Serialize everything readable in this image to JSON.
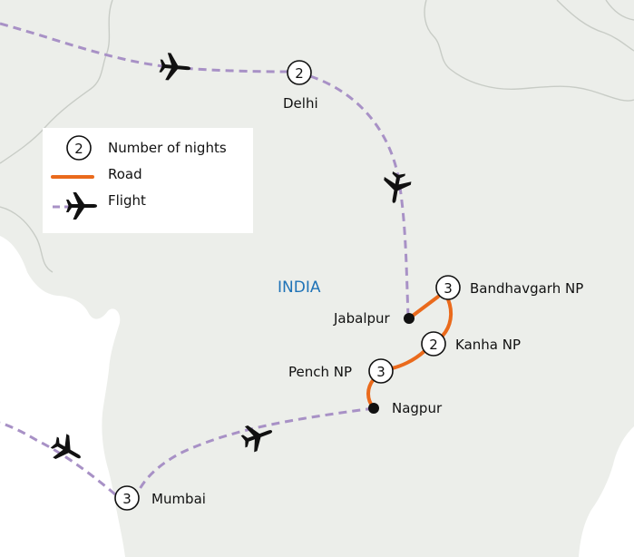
{
  "map": {
    "country_label": "INDIA",
    "colors": {
      "land": "#eceeea",
      "sea": "#ffffff",
      "border": "#c8ccc6",
      "road": "#ea6a1c",
      "flight": "#a891c6",
      "marker": "#111111",
      "country_label": "#1f73b7"
    },
    "stops": [
      {
        "name": "Delhi",
        "nights": "2"
      },
      {
        "name": "Jabalpur",
        "nights": ""
      },
      {
        "name": "Bandhavgarh NP",
        "nights": "3"
      },
      {
        "name": "Kanha NP",
        "nights": "2"
      },
      {
        "name": "Pench NP",
        "nights": "3"
      },
      {
        "name": "Nagpur",
        "nights": ""
      },
      {
        "name": "Mumbai",
        "nights": "3"
      }
    ],
    "icons": [
      "plane-icon"
    ]
  },
  "legend": {
    "nights_sample": "2",
    "nights_label": "Number of nights",
    "road_label": "Road",
    "flight_label": "Flight"
  }
}
